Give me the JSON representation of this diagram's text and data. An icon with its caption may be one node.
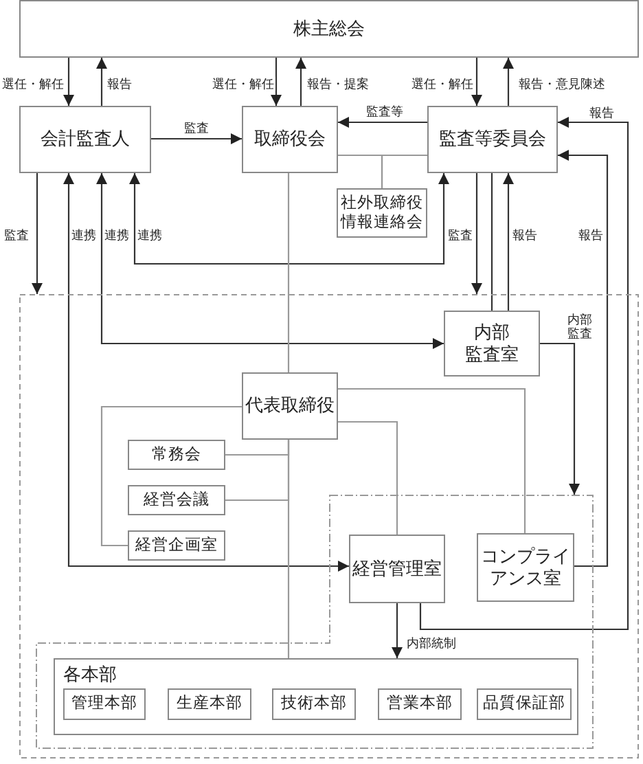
{
  "diagram": {
    "nodes": [
      {
        "text": [
          "株主総会"
        ]
      },
      {
        "text": [
          "会計監査人"
        ]
      },
      {
        "text": [
          "取締役会"
        ]
      },
      {
        "text": [
          "監査等委員会"
        ]
      },
      {
        "text": [
          "社外取締役情報連絡会"
        ]
      },
      {
        "text": [],
        "shape": "box"
      },
      {
        "text": [
          "内部監査室"
        ],
        "in": 5
      },
      {
        "text": [
          "代表取締役"
        ],
        "in": 5
      },
      {
        "text": [
          "常務会"
        ],
        "in": 5
      },
      {
        "text": [
          "経営会議"
        ],
        "in": 5
      },
      {
        "text": [
          "経営企画室"
        ],
        "in": 5
      },
      {
        "text": [],
        "shape": "box",
        "in": 5
      },
      {
        "text": [
          "経営管理室"
        ],
        "in": 11
      },
      {
        "text": [
          "コンプライアンス室"
        ],
        "in": 11
      },
      {
        "text": [
          "各本部"
        ],
        "in": 11
      },
      {
        "text": [
          "管理本部"
        ],
        "in": 14
      },
      {
        "text": [
          "生産本部"
        ],
        "in": 14
      },
      {
        "text": [
          "技術本部"
        ],
        "in": 14
      },
      {
        "text": [
          "営業本部"
        ],
        "in": 14
      },
      {
        "text": [
          "品質保証部"
        ],
        "in": 14
      }
    ],
    "edges": [
      {
        "from": 0,
        "to": 1,
        "arrow": "to",
        "label": "選任・解任"
      },
      {
        "from": 1,
        "to": 0,
        "arrow": "to",
        "label": "報告"
      },
      {
        "from": 0,
        "to": 2,
        "arrow": "to",
        "label": "選任・解任"
      },
      {
        "from": 2,
        "to": 0,
        "arrow": "to",
        "label": "報告・提案"
      },
      {
        "from": 0,
        "to": 3,
        "arrow": "to",
        "label": "選任・解任"
      },
      {
        "from": 3,
        "to": 0,
        "arrow": "to",
        "label": "報告・意見陳述"
      },
      {
        "from": 1,
        "to": 2,
        "arrow": "to",
        "label": "監査"
      },
      {
        "from": 3,
        "to": 2,
        "arrow": "to",
        "label": "監査等"
      },
      {
        "from": 2,
        "to": 4,
        "arrow": "none",
        "color": "#999999"
      },
      {
        "from": 3,
        "to": 4,
        "arrow": "none",
        "color": "#999999"
      },
      {
        "from": 1,
        "to": 5,
        "arrow": "to",
        "label": "監査"
      },
      {
        "from": 1,
        "to": 3,
        "arrow": "both",
        "label": "連携"
      },
      {
        "from": 1,
        "to": 6,
        "arrow": "both",
        "label": "連携"
      },
      {
        "from": 1,
        "to": 12,
        "arrow": "both",
        "label": "連携"
      },
      {
        "from": 3,
        "to": 5,
        "arrow": "to",
        "label": "監査"
      },
      {
        "from": 6,
        "to": 3,
        "arrow": "none"
      },
      {
        "from": 6,
        "to": 3,
        "arrow": "to",
        "label": "報告"
      },
      {
        "from": 13,
        "to": 3,
        "arrow": "to",
        "label": "報告"
      },
      {
        "from": 12,
        "to": 3,
        "arrow": "to",
        "label": "報告"
      },
      {
        "from": 6,
        "to": 11,
        "arrow": "to",
        "label": "内部監査"
      },
      {
        "from": 2,
        "to": 7,
        "arrow": "none",
        "color": "#999999"
      },
      {
        "from": 7,
        "to": 14,
        "arrow": "none",
        "color": "#999999"
      },
      {
        "from": 7,
        "to": 8,
        "arrow": "none",
        "color": "#999999"
      },
      {
        "from": 7,
        "to": 9,
        "arrow": "none",
        "color": "#999999"
      },
      {
        "from": 7,
        "to": 10,
        "arrow": "none",
        "color": "#999999"
      },
      {
        "from": 7,
        "to": 13,
        "arrow": "none",
        "color": "#999999"
      },
      {
        "from": 7,
        "to": 12,
        "arrow": "none",
        "color": "#999999"
      },
      {
        "from": 12,
        "to": 14,
        "arrow": "to",
        "label": "内部統制"
      }
    ]
  }
}
